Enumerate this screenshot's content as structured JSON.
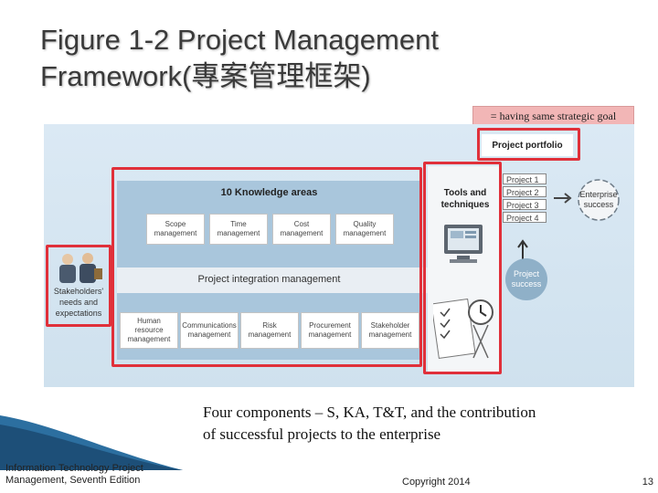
{
  "slide": {
    "title_line1": "Figure 1-2 Project Management",
    "title_line2": "Framework(專案管理框架)",
    "note": "= having same strategic goal",
    "caption_line1": "Four components – S, KA, T&T, and the contribution",
    "caption_line2": "of successful projects to the enterprise",
    "footer_book_line1": "Information Technology Project",
    "footer_book_line2": "Management, Seventh Edition",
    "footer_copyright": "Copyright 2014",
    "page_number": "13"
  },
  "diagram": {
    "knowledge_areas_title": "10 Knowledge areas",
    "top_areas": [
      {
        "line1": "Scope",
        "line2": "management"
      },
      {
        "line1": "Time",
        "line2": "management"
      },
      {
        "line1": "Cost",
        "line2": "management"
      },
      {
        "line1": "Quality",
        "line2": "management"
      }
    ],
    "integration": "Project integration management",
    "bottom_areas": [
      {
        "line1": "Human",
        "line2": "resource",
        "line3": "management"
      },
      {
        "line1": "Communications",
        "line2": "management"
      },
      {
        "line1": "Risk",
        "line2": "management"
      },
      {
        "line1": "Procurement",
        "line2": "management"
      },
      {
        "line1": "Stakeholder",
        "line2": "management"
      }
    ],
    "stakeholders_line1": "Stakeholders'",
    "stakeholders_line2": "needs and",
    "stakeholders_line3": "expectations",
    "tools_line1": "Tools and",
    "tools_line2": "techniques",
    "portfolio": "Project portfolio",
    "projects": [
      "Project 1",
      "Project 2",
      "Project 3",
      "Project 4"
    ],
    "enterprise_line1": "Enterprise",
    "enterprise_line2": "success",
    "project_success_line1": "Project",
    "project_success_line2": "success"
  },
  "colors": {
    "highlight": "#e0303a",
    "note_bg": "#f2b6b6",
    "panel": "#d6e6f2"
  }
}
